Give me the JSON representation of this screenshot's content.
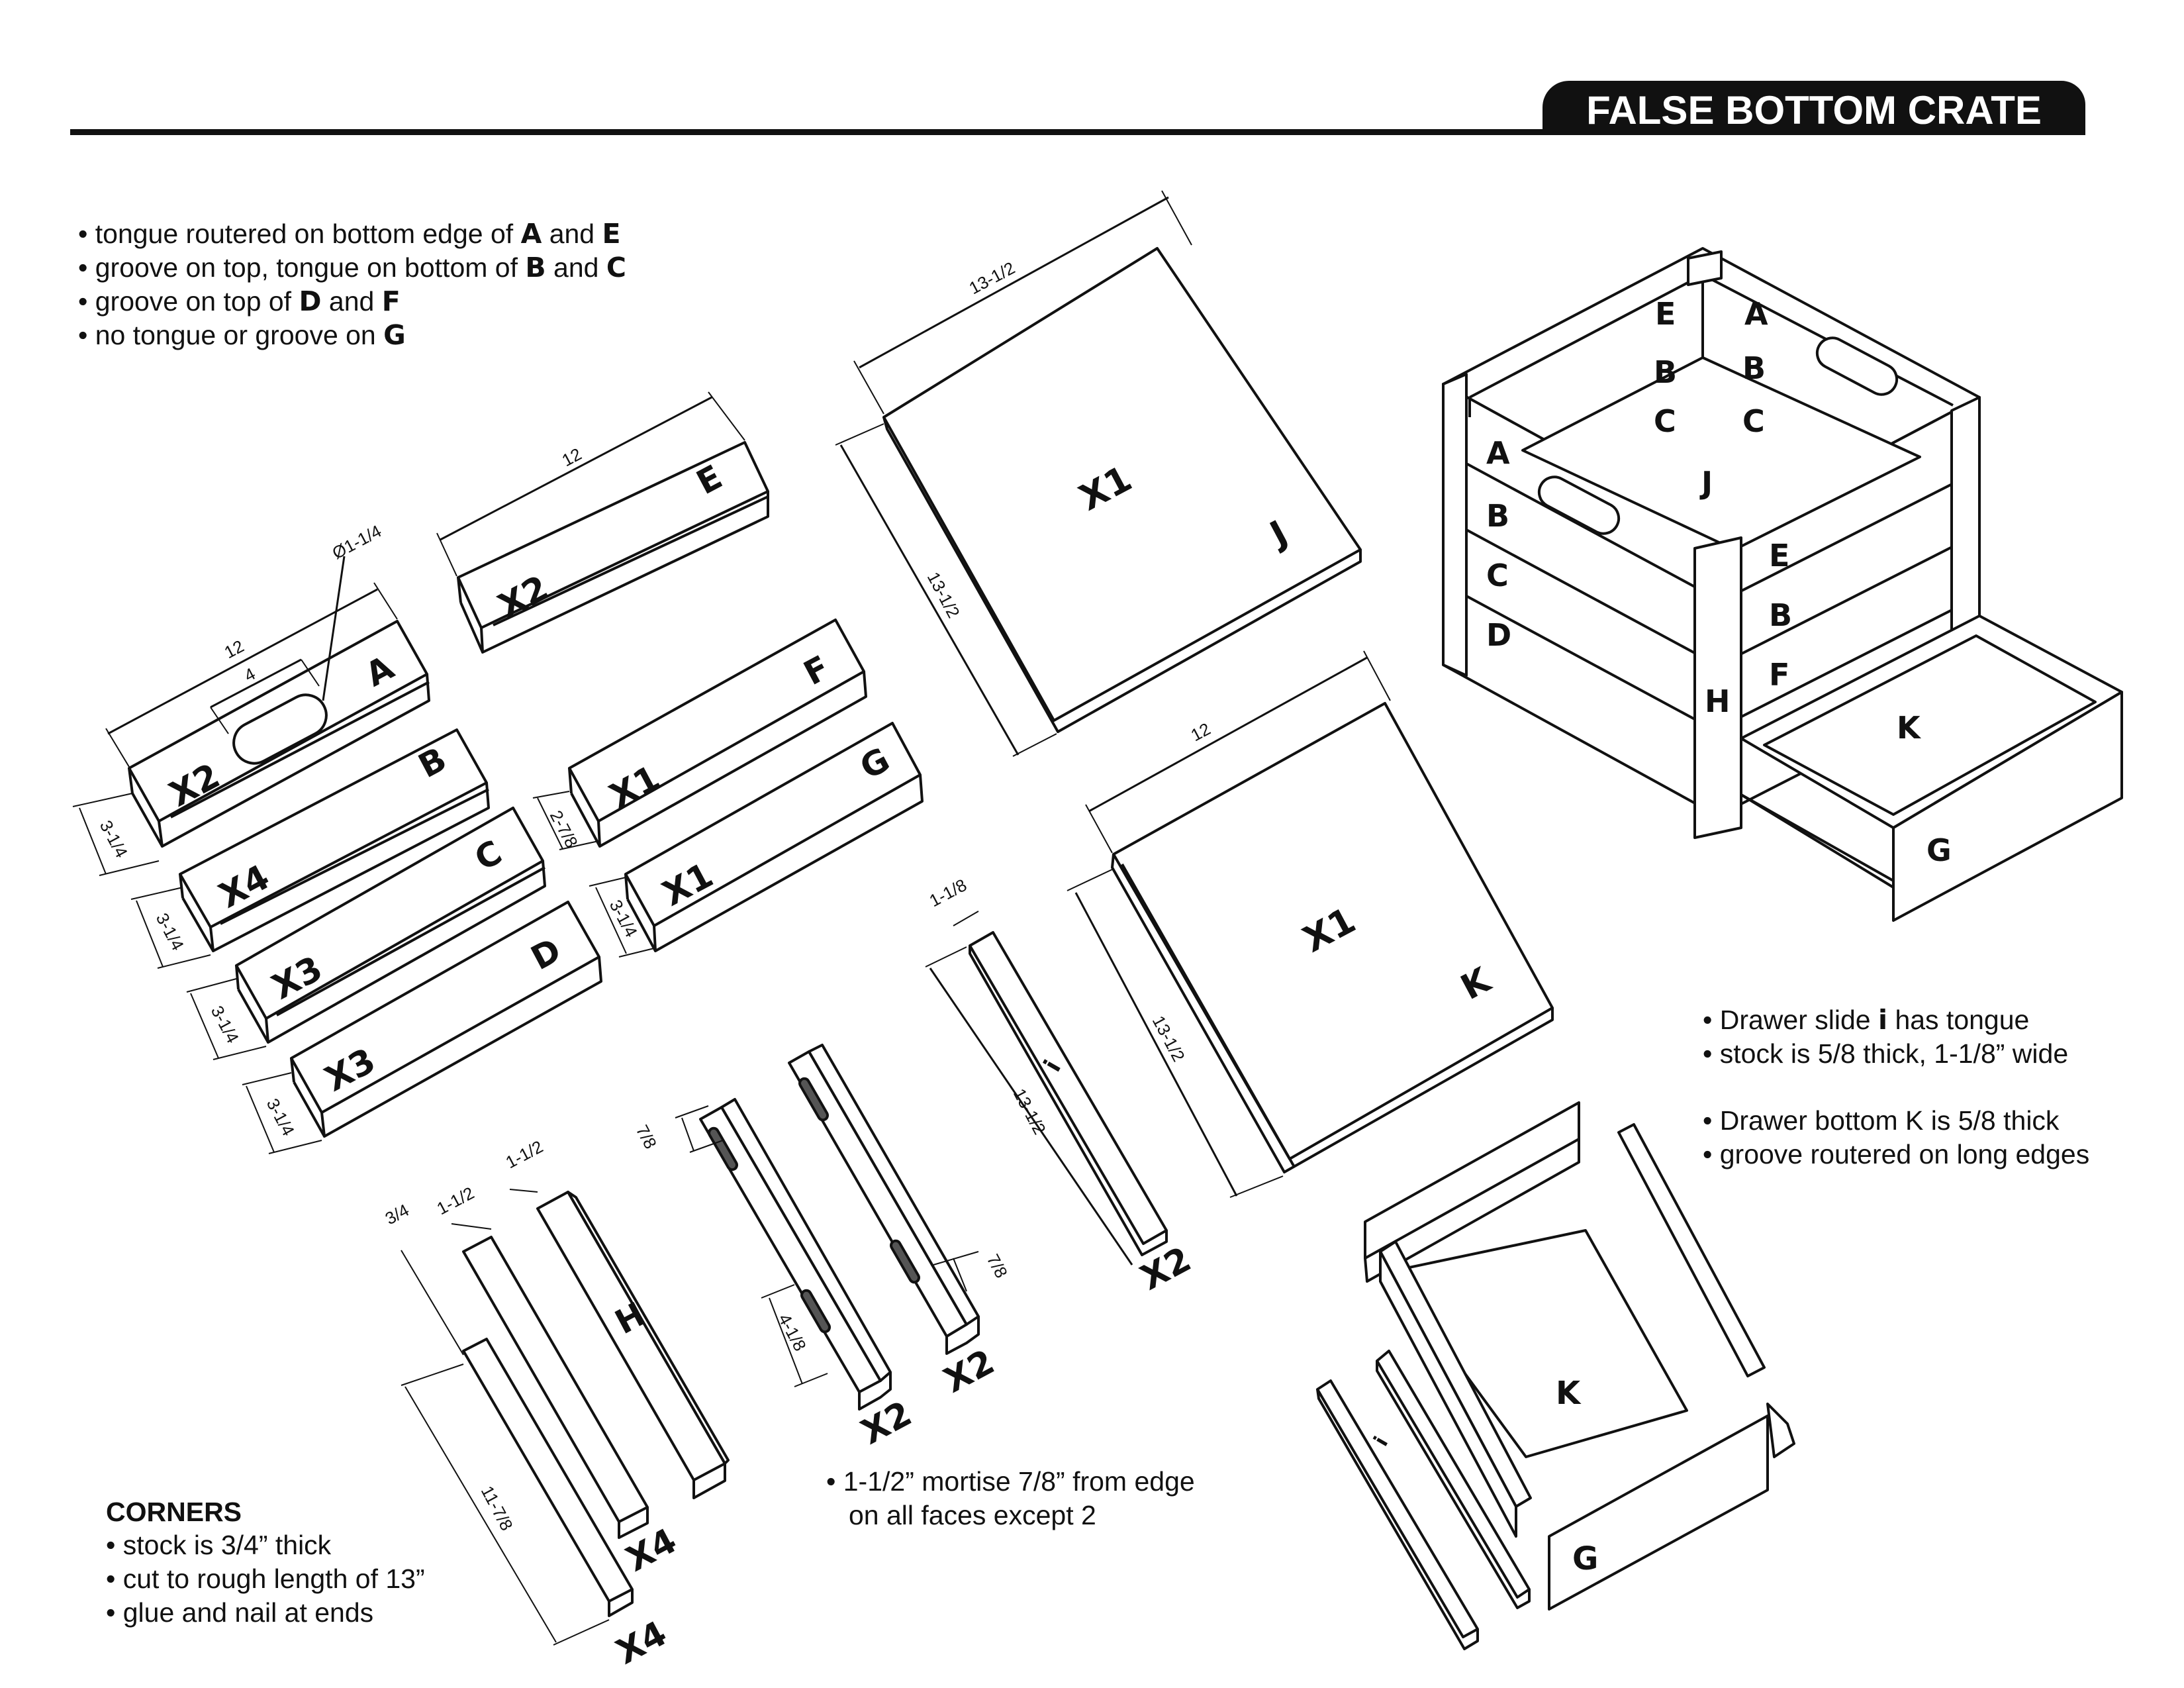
{
  "title": "FALSE BOTTOM CRATE",
  "notes_top": [
    {
      "prefix": "• tongue routered on bottom edge of ",
      "b1": "A",
      "mid": " and ",
      "b2": "E"
    },
    {
      "prefix": "• groove on top, tongue on bottom of ",
      "b1": "B",
      "mid": " and ",
      "b2": "C"
    },
    {
      "prefix": "• groove on top of ",
      "b1": "D",
      "mid": " and ",
      "b2": "F"
    },
    {
      "prefix": "• no tongue or groove on ",
      "b1": "G",
      "mid": "",
      "b2": ""
    }
  ],
  "drawer_notes": {
    "line1_prefix": "• Drawer slide ",
    "line1_bold": "i",
    "line1_suffix": " has tongue",
    "line2": "• stock is 5/8 thick, 1-1/8” wide",
    "line3": "• Drawer bottom K is 5/8 thick",
    "line4": "• groove routered on long edges"
  },
  "mortise_note": {
    "line1": "• 1-1/2” mortise 7/8” from edge",
    "line2": "on all faces except 2"
  },
  "corners": {
    "heading": "CORNERS",
    "line1": "• stock is 3/4” thick",
    "line2": "• cut to rough length of 13”",
    "line3": "• glue and nail at ends"
  },
  "parts": {
    "A": "A",
    "B": "B",
    "C": "C",
    "D": "D",
    "E": "E",
    "F": "F",
    "G": "G",
    "H": "H",
    "J": "J",
    "K": "K",
    "i": "i"
  },
  "quantities": {
    "x1": "X1",
    "x2": "X2",
    "x3": "X3",
    "x4": "X4"
  },
  "dimensions": {
    "d12": "12",
    "d13_half": "13-1/2",
    "d4": "4",
    "dia": "Ø1-1/4",
    "d3_quarter": "3-1/4",
    "d2_7_8": "2-7/8",
    "d1_1_8": "1-1/8",
    "d1_1_2": "1-1/2",
    "d3_4": "3/4",
    "d7_8": "7/8",
    "d4_1_8": "4-1/8",
    "d11_7_8": "11-7/8"
  },
  "colors": {
    "ink": "#111111",
    "paper": "#ffffff"
  }
}
